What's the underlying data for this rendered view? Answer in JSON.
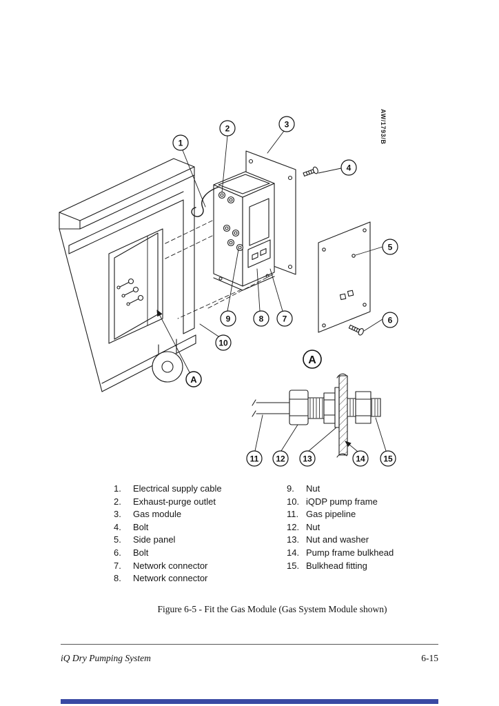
{
  "doc": {
    "drawing_ref": "AW/1793/B",
    "figure_caption": "Figure 6-5 - Fit the Gas Module (Gas System Module shown)",
    "footer_left": "iQ Dry Pumping System",
    "footer_right": "6-15"
  },
  "colors": {
    "line": "#1a1a1a",
    "footer_bar": "#3949a3"
  },
  "callouts": [
    "1",
    "2",
    "3",
    "4",
    "5",
    "6",
    "7",
    "8",
    "9",
    "10",
    "11",
    "12",
    "13",
    "14",
    "15"
  ],
  "detail_marker": "A",
  "parts": {
    "left": [
      {
        "num": "1.",
        "label": "Electrical supply cable"
      },
      {
        "num": "2.",
        "label": "Exhaust-purge outlet"
      },
      {
        "num": "3.",
        "label": "Gas module"
      },
      {
        "num": "4.",
        "label": "Bolt"
      },
      {
        "num": "5.",
        "label": "Side panel"
      },
      {
        "num": "6.",
        "label": "Bolt"
      },
      {
        "num": "7.",
        "label": "Network connector"
      },
      {
        "num": "8.",
        "label": "Network connector"
      }
    ],
    "right": [
      {
        "num": "9.",
        "label": "Nut"
      },
      {
        "num": "10.",
        "label": "iQDP pump frame"
      },
      {
        "num": "11.",
        "label": "Gas pipeline"
      },
      {
        "num": "12.",
        "label": "Nut"
      },
      {
        "num": "13.",
        "label": "Nut and washer"
      },
      {
        "num": "14.",
        "label": "Pump frame bulkhead"
      },
      {
        "num": "15.",
        "label": "Bulkhead fitting"
      }
    ]
  }
}
